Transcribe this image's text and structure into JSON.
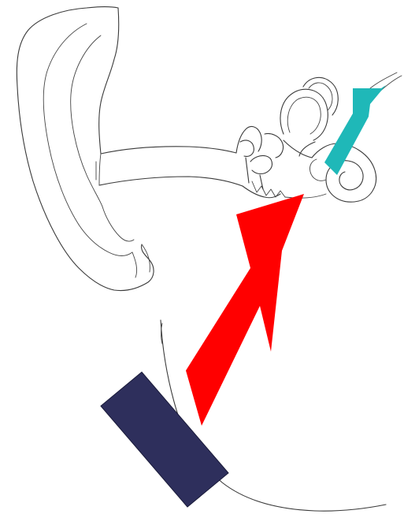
{
  "diagram": {
    "colors": {
      "background": "#ffffff",
      "outline": "#3a3a3a",
      "sound_arrow": "#ff0000",
      "nerve_arrow": "#1fb8b8",
      "device": "#2e2f5c"
    },
    "elements": [
      {
        "name": "outer-ear",
        "kind": "line drawing"
      },
      {
        "name": "ear-canal",
        "kind": "line drawing"
      },
      {
        "name": "middle-ear",
        "kind": "line drawing"
      },
      {
        "name": "cochlea",
        "kind": "line drawing"
      },
      {
        "name": "head-outline",
        "kind": "line drawing"
      },
      {
        "name": "bone-conduction-device",
        "kind": "filled rectangle"
      },
      {
        "name": "vibration-arrow",
        "kind": "filled arrow"
      },
      {
        "name": "nerve-arrow",
        "kind": "filled arrow"
      }
    ]
  }
}
